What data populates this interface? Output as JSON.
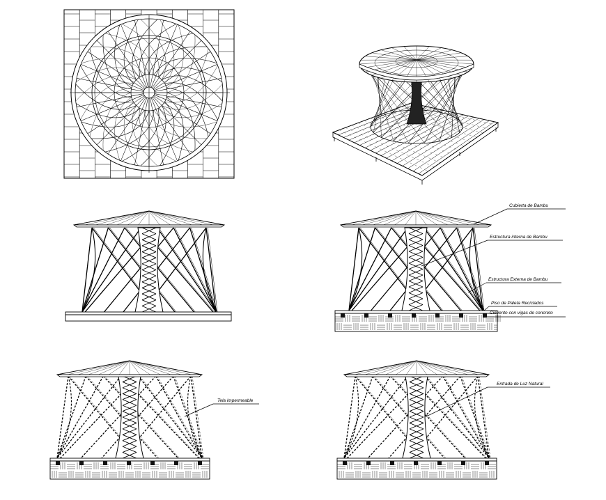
{
  "views": {
    "plan": "plan-view",
    "iso": "isometric-view",
    "elev1": "elevation-plain",
    "elev2": "elevation-annotated-structure",
    "elev3": "elevation-fabric",
    "elev4": "elevation-light"
  },
  "labels": {
    "cubierta": "Cubierta de Bambu",
    "estructura_interna": "Estructura interna de Bambu",
    "estructura_externa": "Estructura Externa  de Bambu",
    "piso": "Piso de Paleta Reciclados",
    "cimiento": "Cimiento con vigas de concreto",
    "tela": "Tela impermeable",
    "entrada_luz": "Entrada de Luz Natural"
  }
}
